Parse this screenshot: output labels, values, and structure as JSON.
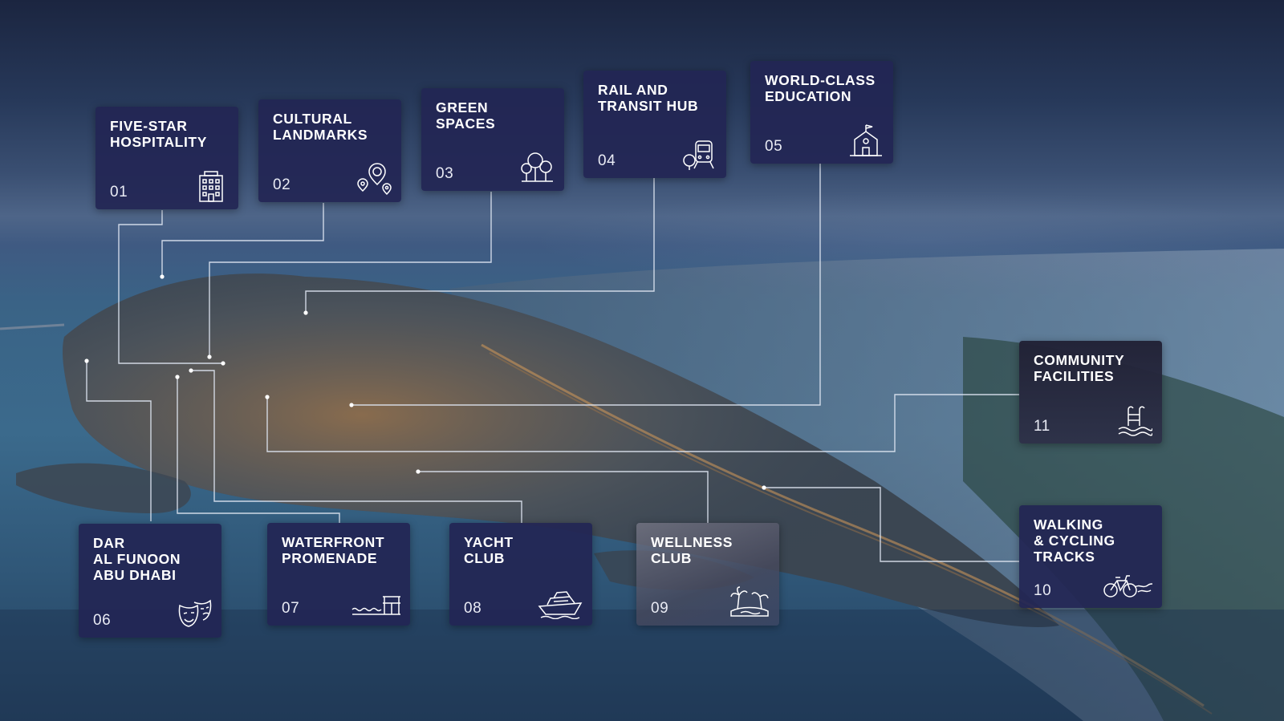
{
  "features": [
    {
      "id": "five-star-hospitality",
      "title": "FIVE-STAR\nHOSPITALITY",
      "number": "01",
      "icon": "hotel-building-icon"
    },
    {
      "id": "cultural-landmarks",
      "title": "CULTURAL\nLANDMARKS",
      "number": "02",
      "icon": "location-pins-icon"
    },
    {
      "id": "green-spaces",
      "title": "GREEN\nSPACES",
      "number": "03",
      "icon": "trees-icon"
    },
    {
      "id": "rail-transit-hub",
      "title": "RAIL AND\nTRANSIT HUB",
      "number": "04",
      "icon": "train-icon"
    },
    {
      "id": "world-class-education",
      "title": "WORLD-CLASS\nEDUCATION",
      "number": "05",
      "icon": "school-icon"
    },
    {
      "id": "dar-al-funoon",
      "title": "DAR\nAL FUNOON\nABU DHABI",
      "number": "06",
      "icon": "theater-masks-icon"
    },
    {
      "id": "waterfront-promenade",
      "title": "WATERFRONT\nPROMENADE",
      "number": "07",
      "icon": "pier-icon"
    },
    {
      "id": "yacht-club",
      "title": "YACHT\nCLUB",
      "number": "08",
      "icon": "yacht-icon"
    },
    {
      "id": "wellness-club",
      "title": "WELLNESS\nCLUB",
      "number": "09",
      "icon": "beach-palm-icon"
    },
    {
      "id": "walking-cycling-tracks",
      "title": "WALKING\n& CYCLING\nTRACKS",
      "number": "10",
      "icon": "bicycle-icon"
    },
    {
      "id": "community-facilities",
      "title": "COMMUNITY\nFACILITIES",
      "number": "11",
      "icon": "swimming-pool-icon"
    }
  ],
  "colors": {
    "card_background": "#222654",
    "connector_line": "#dfe6f2",
    "text": "#ffffff"
  }
}
